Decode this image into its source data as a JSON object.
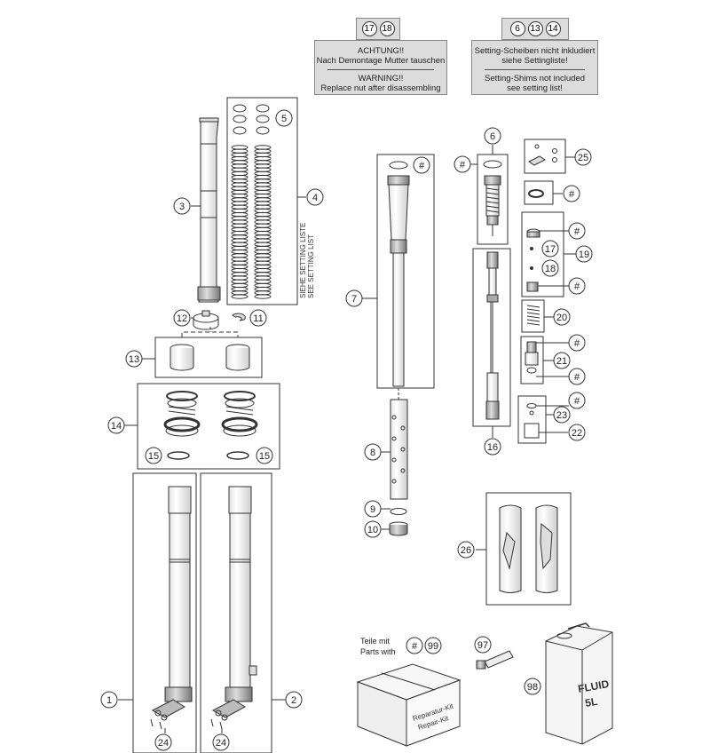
{
  "notes": {
    "left_tags": [
      "17",
      "18"
    ],
    "left_de_1": "ACHTUNG!!",
    "left_de_2": "Nach Demontage Mutter tauschen",
    "left_en_1": "WARNING!!",
    "left_en_2": "Replace nut after disassembling",
    "right_tags": [
      "6",
      "13",
      "14"
    ],
    "right_de_1": "Setting-Scheiben nicht inkludiert",
    "right_de_2": "siehe Settingliste!",
    "right_en_1": "Setting-Shims not included",
    "right_en_2": "see setting list!"
  },
  "setting_text": {
    "line1": "SIEHE SETTING LISTE",
    "line2": "SEE SETTING LIST"
  },
  "repair": {
    "teile_mit": "Teile mit",
    "parts_with": "Parts with",
    "box_text_1": "Reparatur-Kit",
    "box_text_2": "Repair-Kit",
    "fluid_1": "FLUID",
    "fluid_2": "5L"
  },
  "callouts": {
    "c1": "1",
    "c2": "2",
    "c3": "3",
    "c4": "4",
    "c5": "5",
    "c6": "6",
    "c7": "7",
    "c8": "8",
    "c9": "9",
    "c10": "10",
    "c11": "11",
    "c12": "12",
    "c13": "13",
    "c14": "14",
    "c15a": "15",
    "c15b": "15",
    "c16": "16",
    "c17": "17",
    "c18": "18",
    "c19": "19",
    "c20": "20",
    "c21": "21",
    "c22": "22",
    "c23": "23",
    "c24a": "24",
    "c24b": "24",
    "c25": "25",
    "c26": "26",
    "c97": "97",
    "c98": "98",
    "c99": "99",
    "h_a": "#",
    "h_b": "#",
    "h_c": "#",
    "h_d": "#",
    "h_e": "#",
    "h_f": "#",
    "h_g": "#",
    "h_h": "#",
    "h_i": "#"
  },
  "colors": {
    "line": "#333333",
    "part_fill": "#f2f2f2",
    "part_shade": "#cfcfcf",
    "note_bg": "#dcdcdc"
  }
}
